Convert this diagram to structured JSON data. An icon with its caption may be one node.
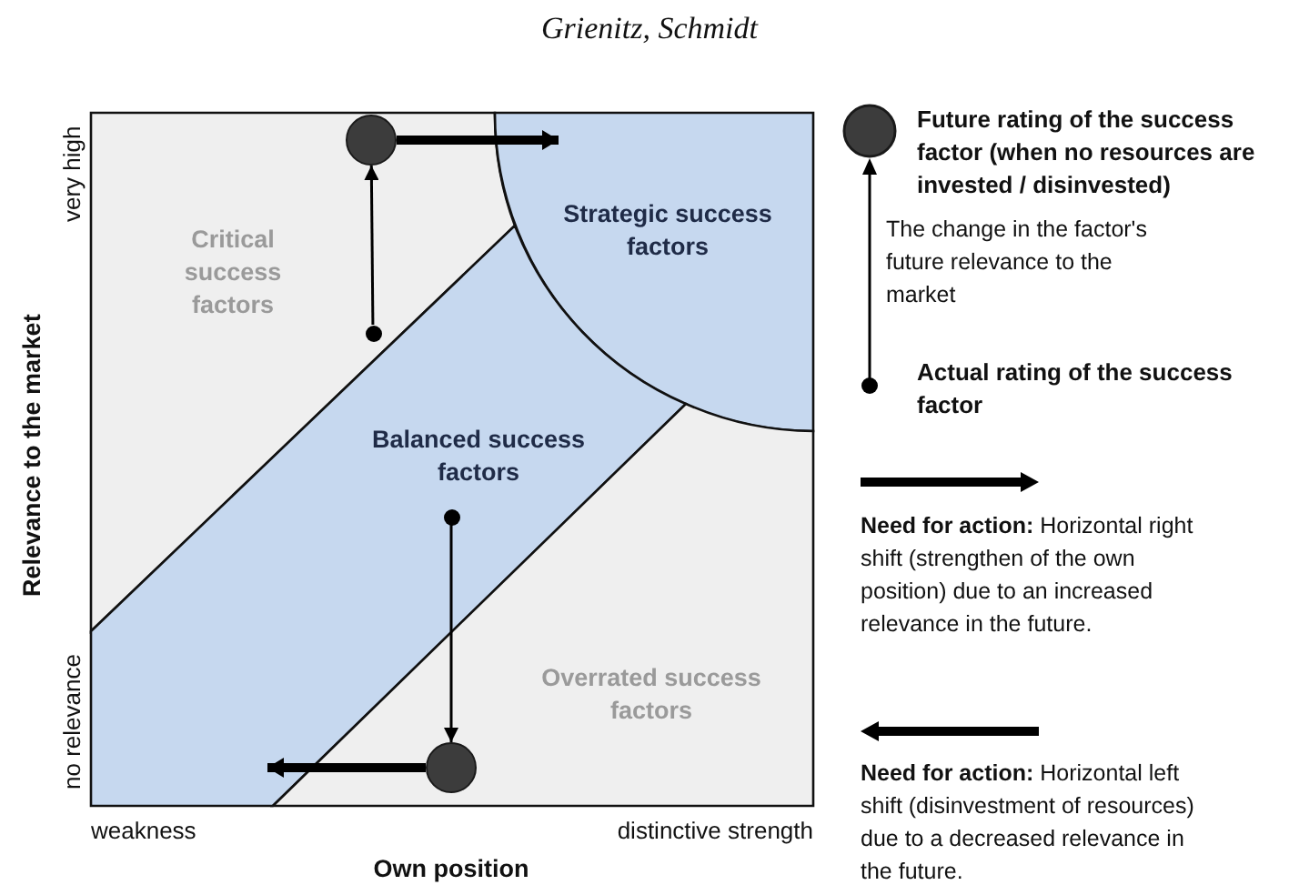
{
  "diagram": {
    "title": "Grienitz, Schmidt",
    "nodes": [
      {
        "text": [
          "Critical success factors"
        ]
      },
      {
        "text": [
          "Strategic success factors"
        ]
      },
      {
        "text": [
          "Balanced success factors"
        ]
      },
      {
        "text": [
          "Overrated success factors"
        ]
      },
      {
        "text": [],
        "shape": "circle",
        "in": 0
      },
      {
        "text": [],
        "shape": "circle",
        "in": 0
      },
      {
        "text": [],
        "shape": "circle",
        "in": 2
      },
      {
        "text": [],
        "shape": "circle",
        "in": 3
      }
    ],
    "edges": [
      {
        "from": 5,
        "to": 4,
        "arrow": "to"
      },
      {
        "from": 4,
        "to": 1,
        "arrow": "to",
        "style": "thick"
      },
      {
        "from": 6,
        "to": 7,
        "arrow": "to"
      },
      {
        "from": 7,
        "to": 2,
        "arrow": "to",
        "style": "thick"
      }
    ],
    "labels": [
      "very high",
      "no relevance",
      "Relevance to the market",
      "weakness",
      "distinctive strength",
      "Own position"
    ],
    "legend": [
      {
        "text": "Future rating of the success factor (when no resources are invested / disinvested)"
      },
      {
        "text": "The change in the factor's future relevance to the market"
      },
      {
        "text": "Actual rating of the success factor"
      },
      {
        "text": "**Need for action:** Horizontal right shift (strengthen of the own position) due  to an increased relevance in the future."
      },
      {
        "text": "**Need for action:** Horizontal left shift (disinvestment of resources) due to a decreased relevance in the future."
      }
    ]
  }
}
